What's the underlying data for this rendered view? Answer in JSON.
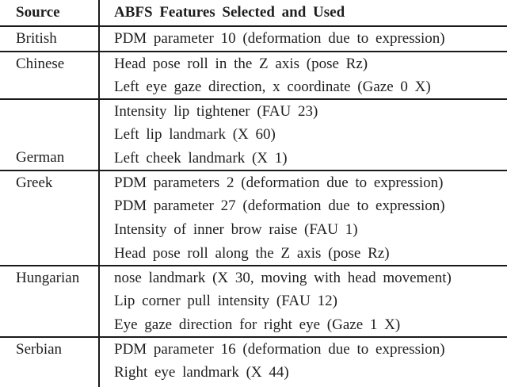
{
  "colors": {
    "background": "#ffffff",
    "text": "#1e1e1e",
    "rule": "#1a1a1a"
  },
  "table": {
    "columns": [
      "Source",
      "ABFS Features Selected and Used"
    ],
    "groups": [
      {
        "source": "British",
        "features": [
          "PDM parameter 10 (deformation due to expression)"
        ]
      },
      {
        "source": "Chinese",
        "features": [
          "Head pose roll in the Z axis (pose Rz)",
          "Left eye gaze direction, x coordinate (Gaze 0 X)"
        ]
      },
      {
        "source": "German",
        "label_position": "bottom",
        "features": [
          "Intensity lip tightener (FAU 23)",
          "Left lip landmark (X 60)",
          "Left cheek landmark (X 1)"
        ]
      },
      {
        "source": "Greek",
        "features": [
          "PDM parameters 2 (deformation due to expression)",
          "PDM parameter 27 (deformation due to expression)",
          "Intensity of inner brow raise (FAU 1)",
          "Head pose roll along the Z axis (pose Rz)"
        ]
      },
      {
        "source": "Hungarian",
        "features": [
          "nose landmark (X 30, moving with head movement)",
          "Lip corner pull intensity (FAU 12)",
          "Eye gaze direction for right eye (Gaze 1 X)"
        ]
      },
      {
        "source": "Serbian",
        "features": [
          "PDM parameter 16 (deformation due to expression)",
          "Right eye landmark (X 44)"
        ]
      }
    ]
  }
}
